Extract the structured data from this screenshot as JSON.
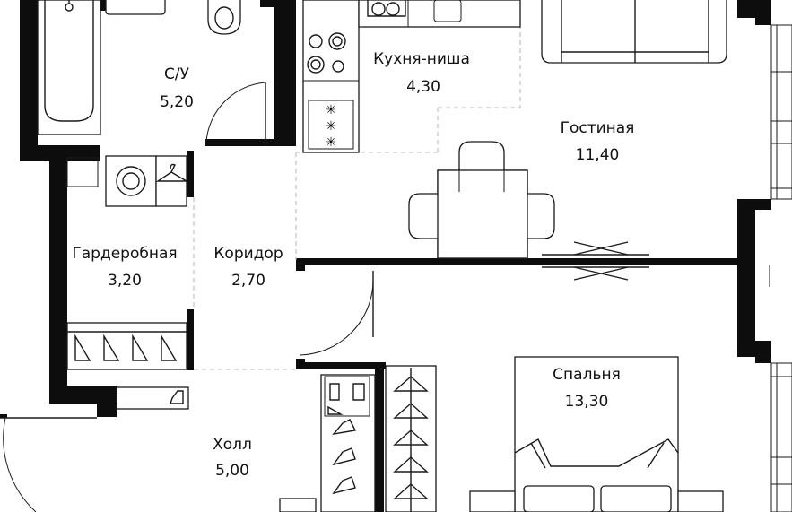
{
  "rooms": {
    "bathroom": {
      "name": "С/У",
      "area": "5,20"
    },
    "kitchen": {
      "name": "Кухня-ниша",
      "area": "4,30"
    },
    "living": {
      "name": "Гостиная",
      "area": "11,40"
    },
    "wardrobe": {
      "name": "Гардеробная",
      "area": "3,20"
    },
    "corridor": {
      "name": "Коридор",
      "area": "2,70"
    },
    "bedroom": {
      "name": "Спальня",
      "area": "13,30"
    },
    "hall": {
      "name": "Холл",
      "area": "5,00"
    }
  },
  "colors": {
    "wall": "#0d0d0d",
    "line": "#1a1a1a",
    "zone_divider": "#bdbdbd",
    "background": "#ffffff"
  }
}
